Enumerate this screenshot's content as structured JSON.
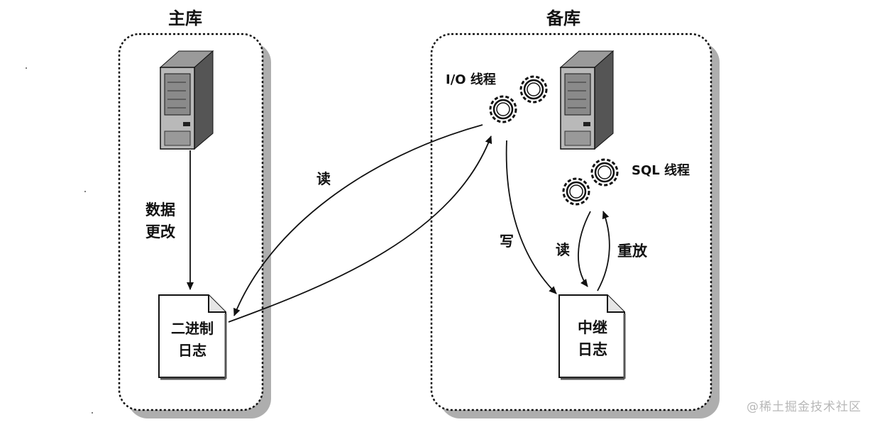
{
  "master": {
    "title": "主库",
    "data_change_lines": [
      "数据",
      "更改"
    ],
    "binlog_lines": [
      "二进制",
      "日志"
    ]
  },
  "slave": {
    "title": "备库",
    "io_thread_label": "I/O 线程",
    "sql_thread_label": "SQL 线程",
    "relay_log_lines": [
      "中继",
      "日志"
    ]
  },
  "arrows": {
    "read_binlog": "读",
    "write_relay": "写",
    "read_relay": "读",
    "replay": "重放"
  },
  "watermark": "@稀土掘金技术社区",
  "icons": [
    "server-icon",
    "gear-icon",
    "document-icon"
  ]
}
